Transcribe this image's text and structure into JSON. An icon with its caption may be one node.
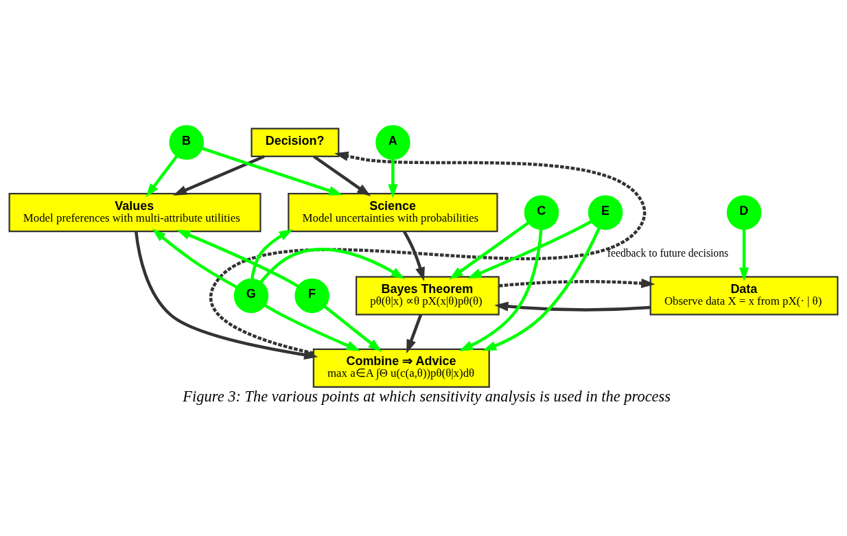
{
  "diagram": {
    "caption": "Figure 3: The various points at which sensitivity analysis is used in the process",
    "nodes": [
      {
        "text": [
          "Decision?"
        ]
      },
      {
        "text": [
          "Science",
          "Model uncertainties with probabilities"
        ]
      },
      {
        "text": [
          "Values",
          "Model preferences with multi-attribute utilities"
        ]
      },
      {
        "text": [
          "Data",
          "Observe data X = x from pX(· | θ)"
        ]
      },
      {
        "text": [
          "Bayes Theorem",
          "pθ(θ|x) ∝θ pX(x|θ)pθ(θ)"
        ]
      },
      {
        "text": [
          "Combine ⇒ Advice",
          "max a∈A ∫Θ u(c(a,θ))pθ(θ|x)dθ"
        ]
      },
      {
        "text": [
          "A"
        ]
      },
      {
        "text": [
          "B"
        ]
      },
      {
        "text": [
          "G"
        ]
      },
      {
        "text": [
          "F"
        ]
      },
      {
        "text": [
          "C"
        ]
      },
      {
        "text": [
          "E"
        ]
      },
      {
        "text": [
          "D"
        ]
      }
    ],
    "edges": [
      {
        "from": 0,
        "to": 1,
        "arrow": "to",
        "color": "#333333"
      },
      {
        "from": 0,
        "to": 2,
        "arrow": "to",
        "color": "#333333"
      },
      {
        "from": 1,
        "to": 4,
        "arrow": "to",
        "color": "#333333"
      },
      {
        "from": 3,
        "to": 4,
        "arrow": "to",
        "color": "#333333"
      },
      {
        "from": 4,
        "to": 5,
        "arrow": "to",
        "color": "#333333"
      },
      {
        "from": 2,
        "to": 5,
        "arrow": "to",
        "color": "#333333"
      },
      {
        "from": 4,
        "to": 3,
        "arrow": "to",
        "style": "dashed",
        "color": "#333333"
      },
      {
        "from": 5,
        "to": 0,
        "arrow": "to",
        "style": "dashed",
        "color": "#333333",
        "label": "feedback to future decisions"
      },
      {
        "from": 6,
        "to": 1,
        "arrow": "to"
      },
      {
        "from": 7,
        "to": 1,
        "arrow": "to"
      },
      {
        "from": 7,
        "to": 2,
        "arrow": "to"
      },
      {
        "from": 8,
        "to": 1,
        "arrow": "to"
      },
      {
        "from": 8,
        "to": 2,
        "arrow": "to"
      },
      {
        "from": 8,
        "to": 4,
        "arrow": "to"
      },
      {
        "from": 8,
        "to": 5,
        "arrow": "to"
      },
      {
        "from": 9,
        "to": 2,
        "arrow": "to"
      },
      {
        "from": 9,
        "to": 5,
        "arrow": "to"
      },
      {
        "from": 10,
        "to": 4,
        "arrow": "to"
      },
      {
        "from": 10,
        "to": 5,
        "arrow": "to"
      },
      {
        "from": 11,
        "to": 4,
        "arrow": "to"
      },
      {
        "from": 11,
        "to": 5,
        "arrow": "to"
      },
      {
        "from": 12,
        "to": 3,
        "arrow": "to"
      }
    ]
  }
}
